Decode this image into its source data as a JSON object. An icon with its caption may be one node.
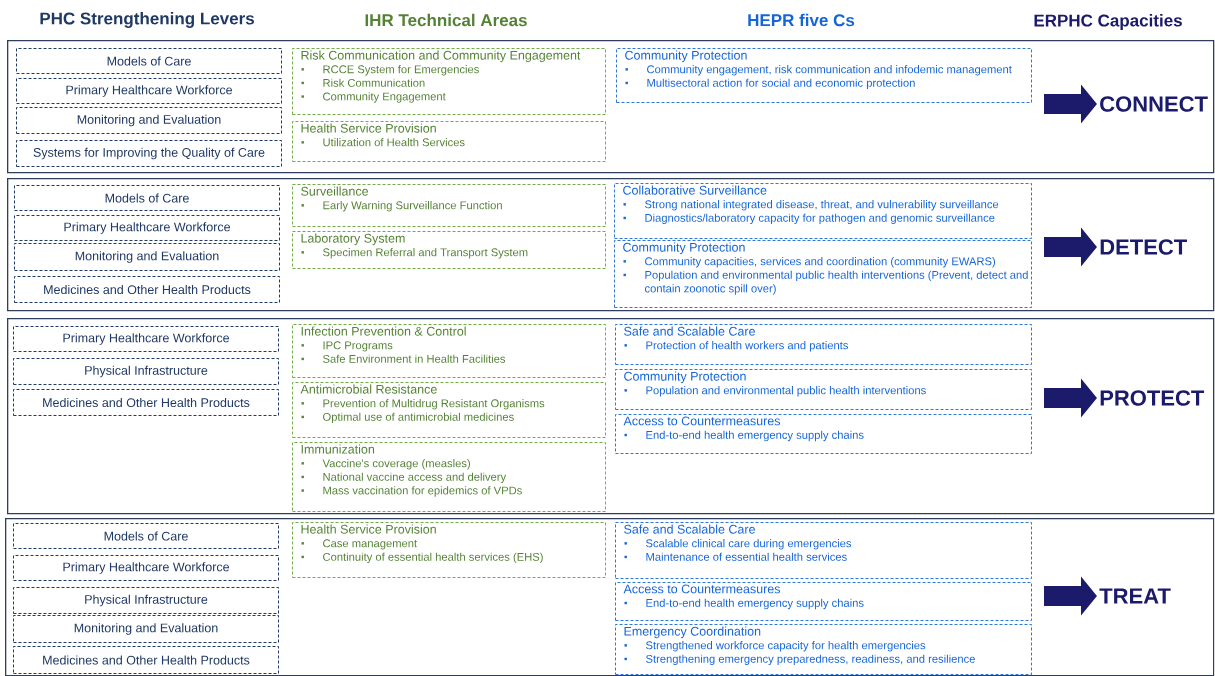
{
  "diagram": {
    "nodes": [
      {
        "text": [],
        "shape": "box"
      },
      {
        "text": [
          "Models of Care"
        ],
        "in": 0
      },
      {
        "text": [
          "Primary Healthcare Workforce"
        ],
        "in": 0
      },
      {
        "text": [
          "Monitoring and Evaluation"
        ],
        "in": 0
      },
      {
        "text": [
          "Systems for Improving the Quality of Care"
        ],
        "in": 0
      },
      {
        "text": [
          "Risk Communication and Community Engagement",
          "RCCE System for Emergencies",
          "Risk Communication",
          "Community Engagement"
        ],
        "in": 0
      },
      {
        "text": [
          "Health Service Provision",
          "Utilization of Health Services"
        ],
        "in": 0
      },
      {
        "text": [
          "Community Protection",
          "Community engagement, risk communication and infodemic management",
          "Multisectoral action for social and economic protection"
        ],
        "in": 0
      },
      {
        "text": [
          "CONNECT"
        ],
        "in": 0
      },
      {
        "text": [],
        "shape": "box"
      },
      {
        "text": [
          "Models of Care"
        ],
        "in": 9
      },
      {
        "text": [
          "Primary Healthcare Workforce"
        ],
        "in": 9
      },
      {
        "text": [
          "Monitoring and Evaluation"
        ],
        "in": 9
      },
      {
        "text": [
          "Medicines and Other Health Products"
        ],
        "in": 9
      },
      {
        "text": [
          "Surveillance",
          "Early Warning Surveillance Function"
        ],
        "in": 9
      },
      {
        "text": [
          "Laboratory System",
          "Specimen Referral and Transport System"
        ],
        "in": 9
      },
      {
        "text": [
          "Collaborative Surveillance",
          "Strong national integrated disease, threat, and vulnerability surveillance",
          "Diagnostics/laboratory capacity for pathogen and genomic surveillance"
        ],
        "in": 9
      },
      {
        "text": [
          "Community Protection",
          "Community capacities, services and coordination (community EWARS)",
          "Population and environmental public health interventions (Prevent, detect and contain zoonotic spill over)"
        ],
        "in": 9
      },
      {
        "text": [
          "DETECT"
        ],
        "in": 9
      },
      {
        "text": [],
        "shape": "box"
      },
      {
        "text": [
          "Primary Healthcare Workforce"
        ],
        "in": 19
      },
      {
        "text": [
          "Physical Infrastructure"
        ],
        "in": 19
      },
      {
        "text": [
          "Medicines and Other Health Products"
        ],
        "in": 19
      },
      {
        "text": [
          "Infection Prevention & Control",
          "IPC Programs",
          "Safe Environment in Health Facilities"
        ],
        "in": 19
      },
      {
        "text": [
          "Antimicrobial Resistance",
          "Prevention of Multidrug Resistant Organisms",
          "Optimal use of antimicrobial medicines"
        ],
        "in": 19
      },
      {
        "text": [
          "Immunization",
          "Vaccine's coverage (measles)",
          "National vaccine access and delivery",
          "Mass vaccination for epidemics of VPDs"
        ],
        "in": 19
      },
      {
        "text": [
          "Safe and Scalable Care",
          "Protection of health workers and patients"
        ],
        "in": 19
      },
      {
        "text": [
          "Community Protection",
          "Population and environmental public health interventions"
        ],
        "in": 19
      },
      {
        "text": [
          "Access to Countermeasures",
          "End-to-end health emergency supply chains"
        ],
        "in": 19
      },
      {
        "text": [
          "PROTECT"
        ],
        "in": 19
      },
      {
        "text": [],
        "shape": "box"
      },
      {
        "text": [
          "Models of Care"
        ],
        "in": 30
      },
      {
        "text": [
          "Primary Healthcare Workforce"
        ],
        "in": 30
      },
      {
        "text": [
          "Physical Infrastructure"
        ],
        "in": 30
      },
      {
        "text": [
          "Monitoring and Evaluation"
        ],
        "in": 30
      },
      {
        "text": [
          "Medicines and Other Health Products"
        ],
        "in": 30
      },
      {
        "text": [
          "Health Service Provision",
          "Case management",
          "Continuity of essential health services (EHS)"
        ],
        "in": 30
      },
      {
        "text": [
          "Safe and Scalable Care",
          "Scalable clinical care during emergencies",
          "Maintenance of essential health services"
        ],
        "in": 30
      },
      {
        "text": [
          "Access to Countermeasures",
          "End-to-end health emergency supply chains"
        ],
        "in": 30
      },
      {
        "text": [
          "Emergency Coordination",
          "Strengthened workforce capacity for health emergencies",
          "Strengthening emergency preparedness, readiness, and resilience"
        ],
        "in": 30
      },
      {
        "text": [
          "TREAT"
        ],
        "in": 30
      }
    ],
    "edges": [
      {
        "from": 7,
        "to": 8,
        "arrow": "to"
      },
      {
        "from": 17,
        "to": 18,
        "arrow": "to"
      },
      {
        "from": 27,
        "to": 29,
        "arrow": "to"
      },
      {
        "from": 38,
        "to": 40,
        "arrow": "to"
      }
    ],
    "labels": [
      "PHC Strengthening Levers",
      "IHR Technical Areas",
      "HEPR five Cs",
      "ERPHC Capacities"
    ]
  }
}
